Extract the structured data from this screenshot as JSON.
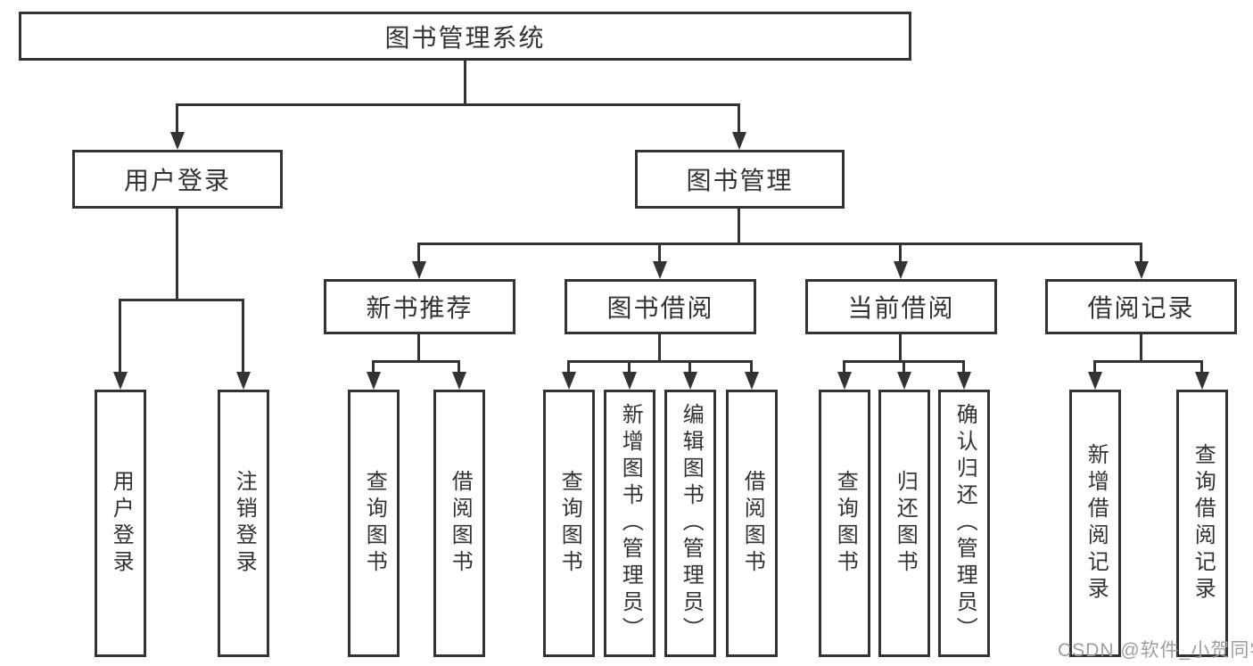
{
  "tree": {
    "root": {
      "label": "图书管理系统",
      "children": [
        {
          "label": "用户登录",
          "children": [
            {
              "label": "用户登录"
            },
            {
              "label": "注销登录"
            }
          ]
        },
        {
          "label": "图书管理",
          "children": [
            {
              "label": "新书推荐",
              "children": [
                {
                  "label": "查询图书"
                },
                {
                  "label": "借阅图书"
                }
              ]
            },
            {
              "label": "图书借阅",
              "children": [
                {
                  "label": "查询图书"
                },
                {
                  "label": "新增图书（管理员）"
                },
                {
                  "label": "编辑图书（管理员）"
                },
                {
                  "label": "借阅图书"
                }
              ]
            },
            {
              "label": "当前借阅",
              "children": [
                {
                  "label": "查询图书"
                },
                {
                  "label": "归还图书"
                },
                {
                  "label": "确认归还（管理员）"
                }
              ]
            },
            {
              "label": "借阅记录",
              "children": [
                {
                  "label": "新增借阅记录"
                },
                {
                  "label": "查询借阅记录"
                }
              ]
            }
          ]
        }
      ]
    }
  },
  "watermark": {
    "text": "CSDN @软件_小贺同学"
  },
  "colors": {
    "line": "#333333",
    "box_border": "#333333",
    "text": "#333333",
    "background": "#ffffff",
    "watermark": "#9e9e9e"
  }
}
